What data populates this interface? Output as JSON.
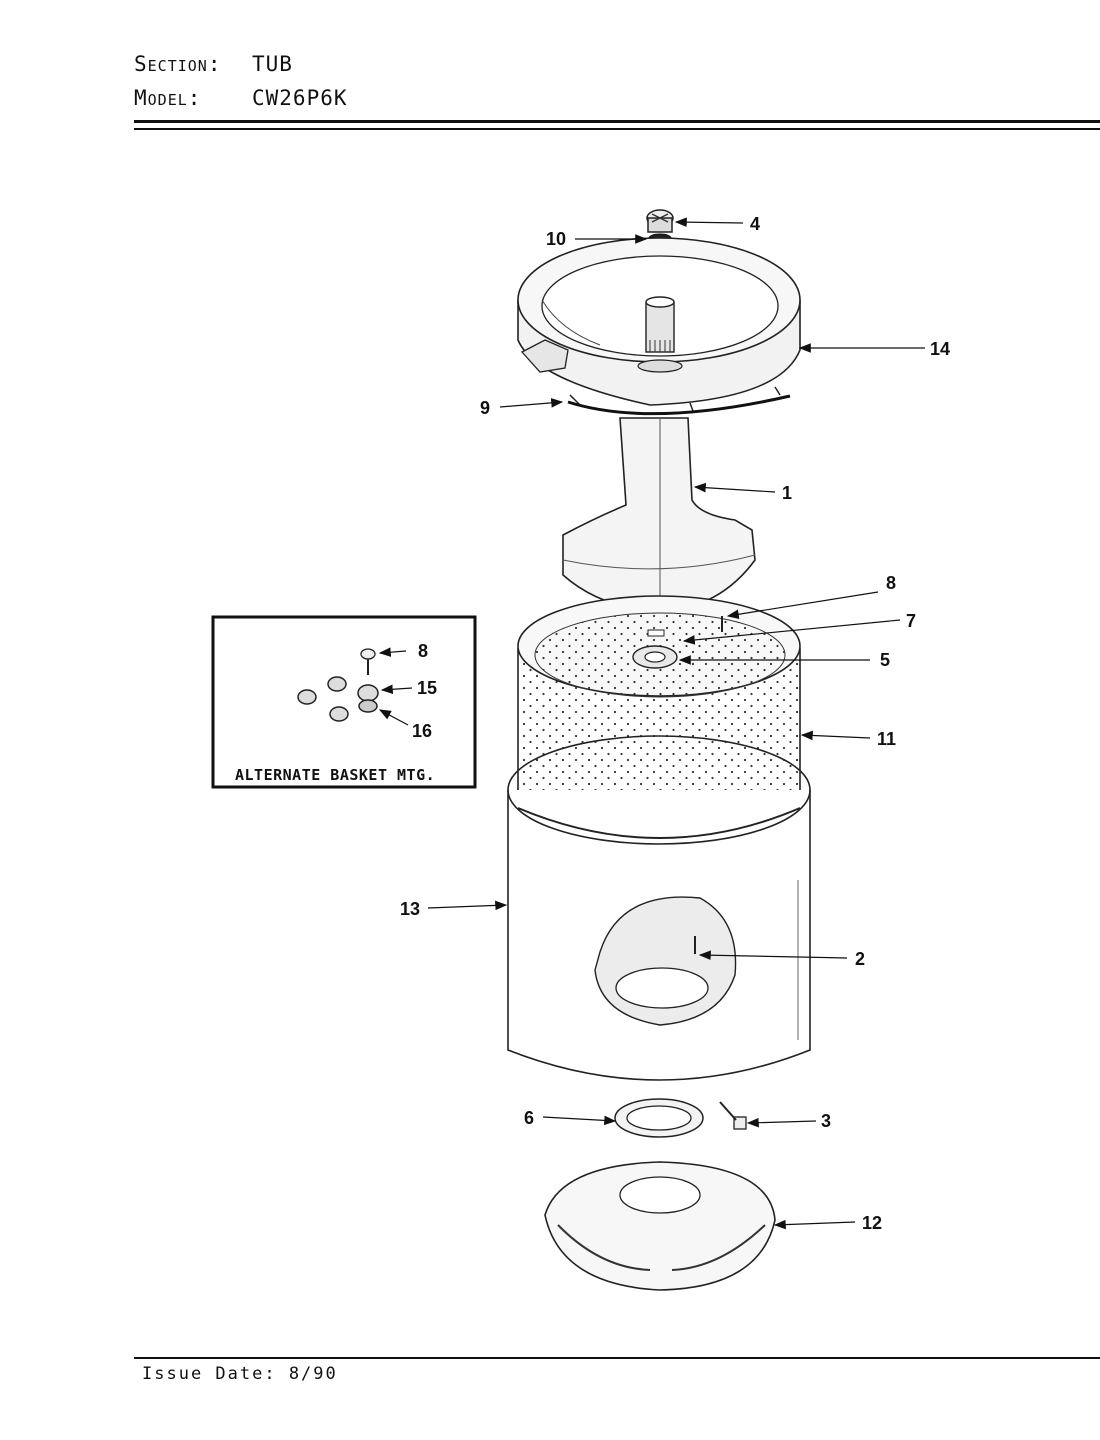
{
  "header": {
    "section_label": "Section:",
    "section_value": "TUB",
    "model_label": "Model:",
    "model_value": "CW26P6K"
  },
  "callouts": {
    "c1": "1",
    "c2": "2",
    "c3": "3",
    "c4": "4",
    "c5": "5",
    "c6": "6",
    "c7": "7",
    "c8": "8",
    "c9": "9",
    "c10": "10",
    "c11": "11",
    "c12": "12",
    "c13": "13",
    "c14": "14"
  },
  "inset": {
    "title": "ALTERNATE BASKET MTG.",
    "c8": "8",
    "c15": "15",
    "c16": "16"
  },
  "footer": {
    "issue_date": "Issue Date: 8/90"
  }
}
